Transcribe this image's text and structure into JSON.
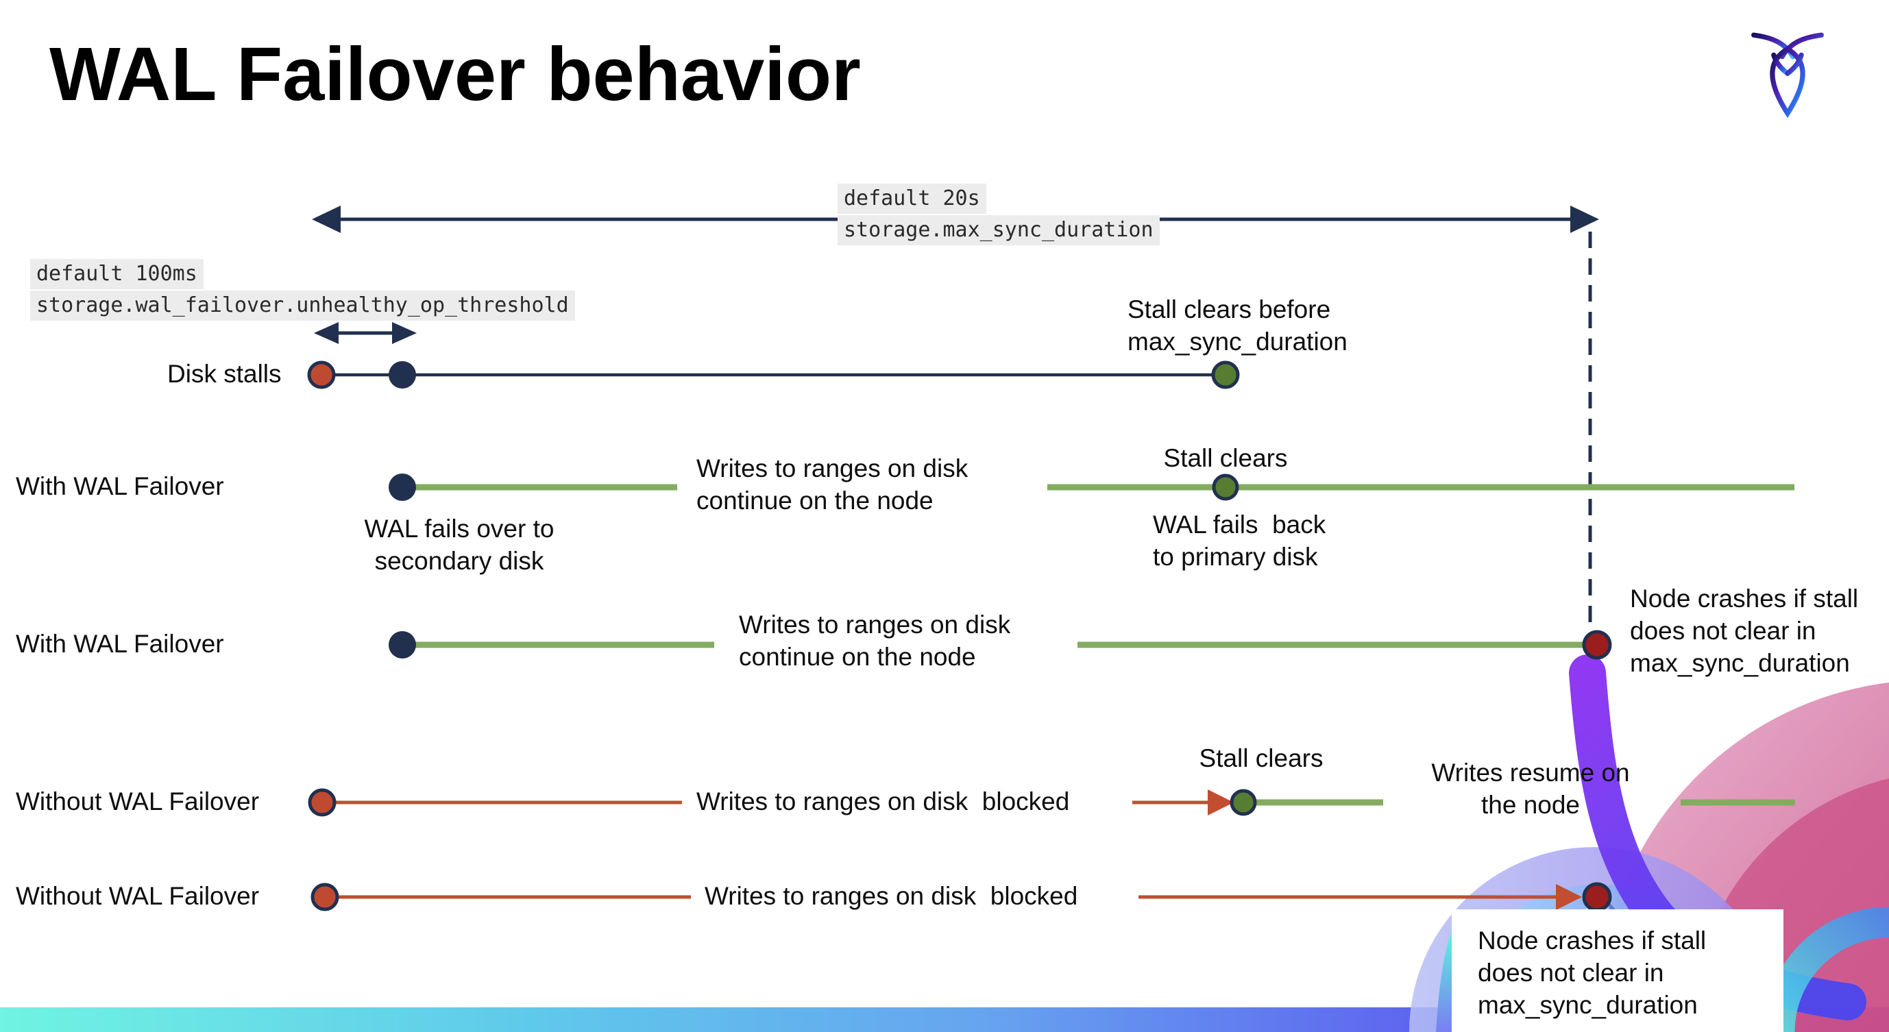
{
  "page": {
    "title": "WAL Failover behavior"
  },
  "settings": {
    "max_sync_duration": {
      "default_label": "default 20s",
      "setting_name": "storage.max_sync_duration"
    },
    "unhealthy_op_threshold": {
      "default_label": "default 100ms",
      "setting_name": "storage.wal_failover.unhealthy_op_threshold"
    }
  },
  "rows": [
    {
      "label": "Disk stalls",
      "stall_clears": "Stall clears before\nmax_sync_duration"
    },
    {
      "label": "With WAL Failover",
      "failover": "WAL fails over to\nsecondary disk",
      "writes": "Writes to ranges on disk\ncontinue on the node",
      "stall_clears": "Stall clears",
      "failback": "WAL fails  back\nto primary disk"
    },
    {
      "label": "With WAL Failover",
      "writes": "Writes to ranges on disk\ncontinue on the node",
      "crash": "Node crashes if stall\ndoes not clear in\nmax_sync_duration"
    },
    {
      "label": "Without WAL Failover",
      "writes": "Writes to ranges on disk  blocked",
      "stall_clears": "Stall clears",
      "resume": "Writes resume on\nthe node"
    },
    {
      "label": "Without WAL Failover",
      "writes": "Writes to ranges on disk  blocked",
      "crash": "Node crashes if stall\ndoes not clear in\nmax_sync_duration"
    }
  ],
  "colors": {
    "navy": "#22304f",
    "green_line": "#83ac60",
    "green_dot": "#567d31",
    "red_line": "#c14e30",
    "red_dot": "#bf4a31",
    "dark_red_dot": "#9c1d1d",
    "code_background": "#ececec",
    "footer_bar_gradient": [
      "#70f3e2",
      "#5fc9eb",
      "#66a4ef",
      "#5e62ef",
      "#6e3df2"
    ]
  }
}
